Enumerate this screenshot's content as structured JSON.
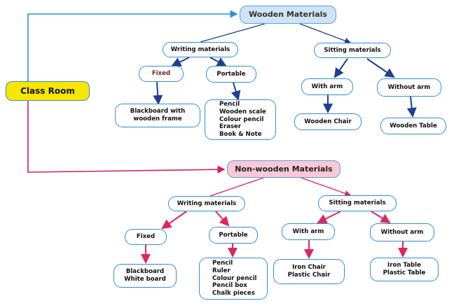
{
  "diagram": {
    "root": "Class Room",
    "wooden": {
      "title": "Wooden Materials",
      "writing": {
        "label": "Writing materials",
        "fixed": {
          "label": "Fixed",
          "items": [
            "Blackboard with",
            "wooden frame"
          ]
        },
        "portable": {
          "label": "Portable",
          "items": [
            "Pencil",
            "Wooden scale",
            "Colour pencil",
            "Eraser",
            "Book & Note"
          ]
        }
      },
      "sitting": {
        "label": "Sitting materials",
        "with_arm": {
          "label": "With arm",
          "items": [
            "Wooden Chair"
          ]
        },
        "without_arm": {
          "label": "Without arm",
          "items": [
            "Wooden Table"
          ]
        }
      }
    },
    "nonwooden": {
      "title": "Non-wooden Materials",
      "writing": {
        "label": "Writing materials",
        "fixed": {
          "label": "Fixed",
          "items": [
            "Blackboard",
            "White board"
          ]
        },
        "portable": {
          "label": "Portable",
          "items": [
            "Pencil",
            "Ruler",
            "Colour pencil",
            "Pencil box",
            "Chalk pieces"
          ]
        }
      },
      "sitting": {
        "label": "Sitting materials",
        "with_arm": {
          "label": "With arm",
          "items": [
            "Iron Chair",
            "Plastic Chair"
          ]
        },
        "without_arm": {
          "label": "Without arm",
          "items": [
            "Iron Table",
            "Plastic Table"
          ]
        }
      }
    },
    "colors": {
      "wooden_arrows": "#1f3f8f",
      "nonwooden_arrows": "#e0245e",
      "root_to_wooden": "#2f8fd8",
      "root_to_nonwooden": "#d81b60",
      "box_border": "#2f8fd8",
      "root_fill": "#f7e600"
    }
  }
}
